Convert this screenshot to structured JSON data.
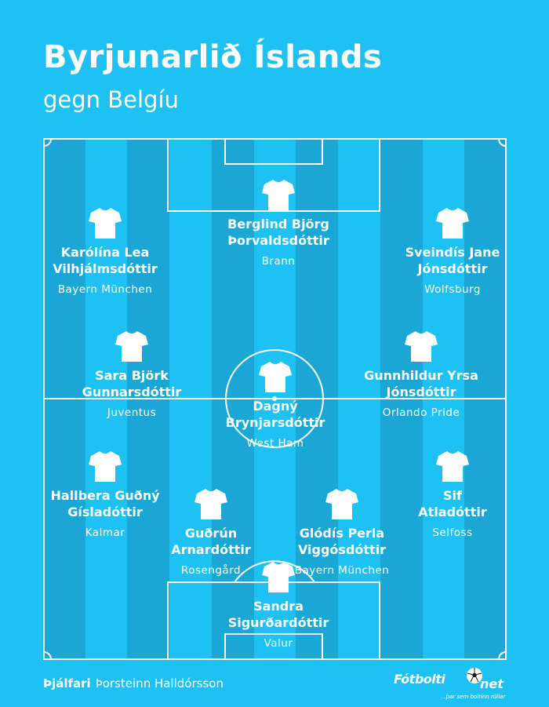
{
  "title": "Byrjunarlið Íslands",
  "subtitle": "gegn Belgíu",
  "colors": {
    "background": "#1fc1f2",
    "stripe_dark": "#1aa7d6",
    "text": "#ffffff"
  },
  "players": [
    {
      "name1": "Berglind Björg",
      "name2": "Þorvaldsdóttir",
      "club": "Brann"
    },
    {
      "name1": "Karólína Lea",
      "name2": "Vilhjálmsdóttir",
      "club": "Bayern München"
    },
    {
      "name1": "Sveindís Jane",
      "name2": "Jónsdóttir",
      "club": "Wolfsburg"
    },
    {
      "name1": "Sara Björk",
      "name2": "Gunnarsdóttir",
      "club": "Juventus"
    },
    {
      "name1": "Gunnhildur Yrsa",
      "name2": "Jónsdóttir",
      "club": "Orlando Pride"
    },
    {
      "name1": "Dagný",
      "name2": "Brynjarsdóttir",
      "club": "West Ham"
    },
    {
      "name1": "Hallbera Guðný",
      "name2": "Gísladóttir",
      "club": "Kalmar"
    },
    {
      "name1": "Sif",
      "name2": "Atladóttir",
      "club": "Selfoss"
    },
    {
      "name1": "Guðrún",
      "name2": "Arnardóttir",
      "club": "Rosengård"
    },
    {
      "name1": "Glódís Perla",
      "name2": "Viggósdóttir",
      "club": "Bayern München"
    },
    {
      "name1": "Sandra",
      "name2": "Sigurðardóttir",
      "club": "Valur"
    }
  ],
  "coach": {
    "label": "Þjálfari",
    "name": "Þorsteinn Halldórsson"
  },
  "logo": {
    "text": "Fótbolti",
    "suffix": "net",
    "tagline": "...þar sem boltinn rúllar",
    "icon": "soccer-ball-icon"
  },
  "icons": {
    "shirt": "shirt-icon"
  }
}
